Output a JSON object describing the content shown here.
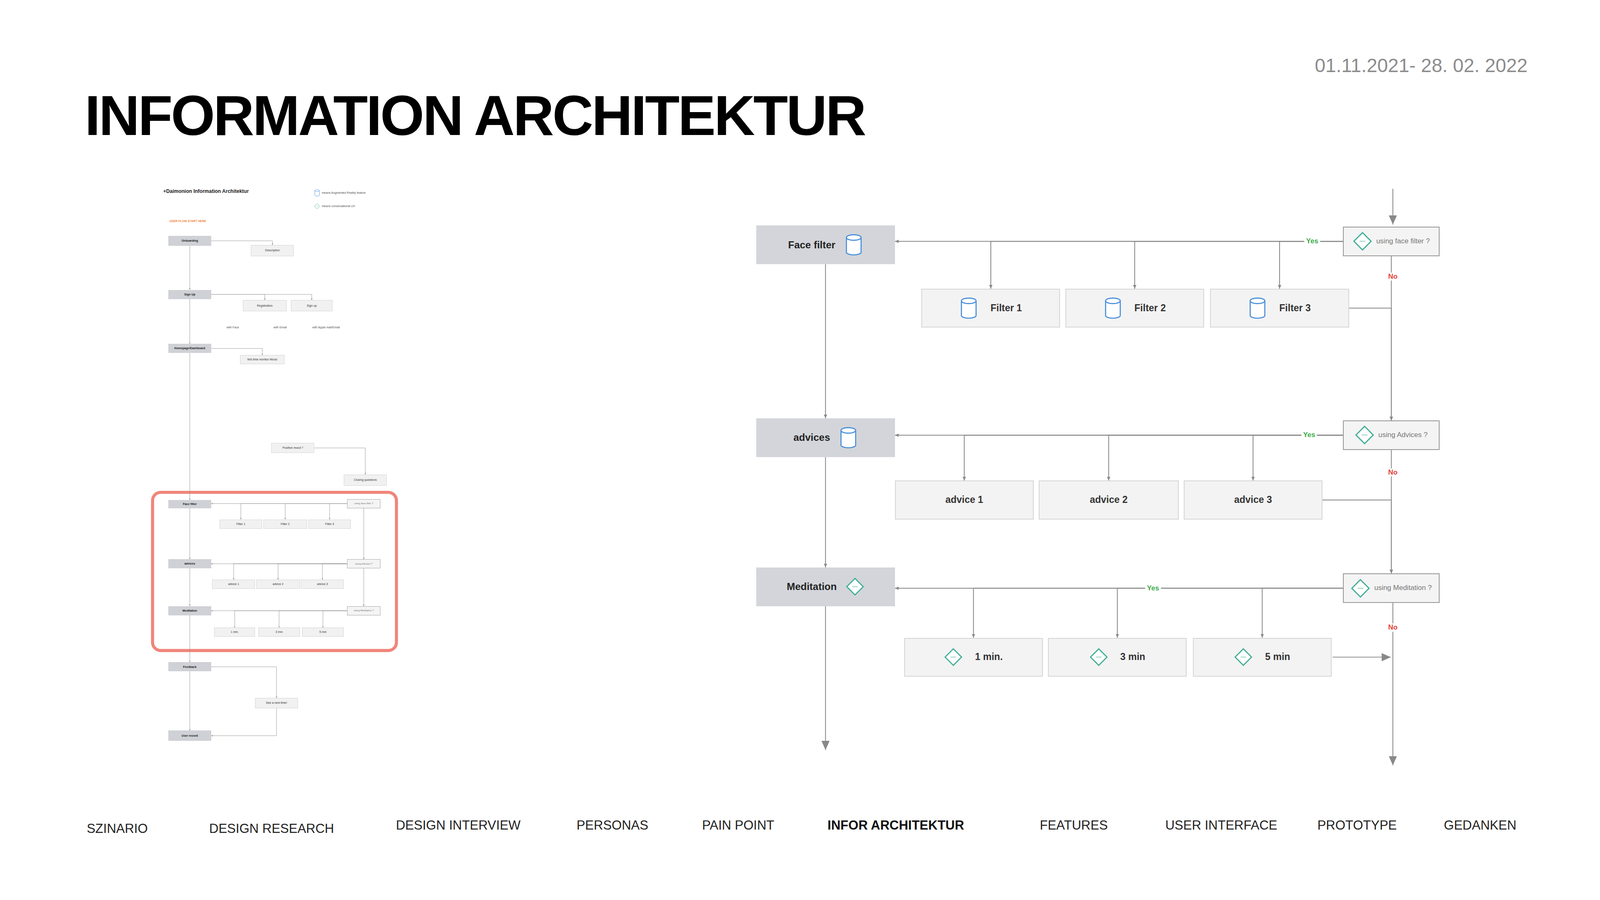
{
  "diagram": {
    "title": "INFORMATION ARCHITEKTUR",
    "nodes": [
      {
        "text": [
          "Onboarding"
        ]
      },
      {
        "text": [
          "Description"
        ]
      },
      {
        "text": [
          "Sign Up"
        ]
      },
      {
        "text": [
          "Registration"
        ]
      },
      {
        "text": [
          "Sign up"
        ]
      },
      {
        "text": [
          "Homepage/Dashboard"
        ]
      },
      {
        "text": [
          "first time monitor Mood"
        ]
      },
      {
        "text": [
          "Positive mood ?"
        ]
      },
      {
        "text": [
          "Closing questions"
        ]
      },
      {
        "text": [
          "Face filter"
        ]
      },
      {
        "text": [
          "Filter 1"
        ]
      },
      {
        "text": [
          "Filter 2"
        ]
      },
      {
        "text": [
          "Filter 3"
        ]
      },
      {
        "text": [
          "using face filter ?"
        ]
      },
      {
        "text": [
          "advices"
        ]
      },
      {
        "text": [
          "advice 1"
        ]
      },
      {
        "text": [
          "advice 2"
        ]
      },
      {
        "text": [
          "advice 3"
        ]
      },
      {
        "text": [
          "using Advices ?"
        ]
      },
      {
        "text": [
          "Meditation"
        ]
      },
      {
        "text": [
          "1 min."
        ]
      },
      {
        "text": [
          "3 min"
        ]
      },
      {
        "text": [
          "5 min"
        ]
      },
      {
        "text": [
          "using Meditation ?"
        ]
      },
      {
        "text": [
          "Feedback"
        ]
      },
      {
        "text": [
          "See a next time!"
        ]
      },
      {
        "text": [
          "User record"
        ]
      },
      {
        "text": [
          "using face filter ?"
        ]
      },
      {
        "text": [
          "Face filter"
        ]
      },
      {
        "text": [
          "Filter 1"
        ]
      },
      {
        "text": [
          "Filter 2"
        ]
      },
      {
        "text": [
          "Filter 3"
        ]
      },
      {
        "text": [
          "advices"
        ]
      },
      {
        "text": [
          "using Advices ?"
        ]
      },
      {
        "text": [
          "advice 1"
        ]
      },
      {
        "text": [
          "advice 2"
        ]
      },
      {
        "text": [
          "advice 3"
        ]
      },
      {
        "text": [
          "Meditation"
        ]
      },
      {
        "text": [
          "using Meditation ?"
        ]
      },
      {
        "text": [
          "1 min."
        ]
      },
      {
        "text": [
          "3 min"
        ]
      },
      {
        "text": [
          "5 min"
        ]
      }
    ],
    "edges": [
      {
        "from": 0,
        "to": 2,
        "arrow": "to"
      },
      {
        "from": 0,
        "to": 1,
        "arrow": "to"
      },
      {
        "from": 2,
        "to": 3,
        "arrow": "to"
      },
      {
        "from": 2,
        "to": 4,
        "arrow": "to"
      },
      {
        "from": 2,
        "to": 5,
        "arrow": "to"
      },
      {
        "from": 5,
        "to": 6,
        "arrow": "to"
      },
      {
        "from": 5,
        "to": 9,
        "arrow": "to"
      },
      {
        "from": 7,
        "to": 8,
        "arrow": "to"
      },
      {
        "from": 13,
        "to": 9,
        "arrow": "to"
      },
      {
        "from": 13,
        "to": 10,
        "arrow": "to"
      },
      {
        "from": 13,
        "to": 11,
        "arrow": "to"
      },
      {
        "from": 13,
        "to": 12,
        "arrow": "to"
      },
      {
        "from": 13,
        "to": 18,
        "arrow": "to"
      },
      {
        "from": 9,
        "to": 14,
        "arrow": "to"
      },
      {
        "from": 18,
        "to": 14,
        "arrow": "to"
      },
      {
        "from": 18,
        "to": 15,
        "arrow": "to"
      },
      {
        "from": 18,
        "to": 16,
        "arrow": "to"
      },
      {
        "from": 18,
        "to": 17,
        "arrow": "to"
      },
      {
        "from": 18,
        "to": 23,
        "arrow": "to"
      },
      {
        "from": 14,
        "to": 19,
        "arrow": "to"
      },
      {
        "from": 23,
        "to": 19,
        "arrow": "to"
      },
      {
        "from": 23,
        "to": 20,
        "arrow": "to"
      },
      {
        "from": 23,
        "to": 21,
        "arrow": "to"
      },
      {
        "from": 23,
        "to": 22,
        "arrow": "to"
      },
      {
        "from": 19,
        "to": 24,
        "arrow": "to"
      },
      {
        "from": 24,
        "to": 25,
        "arrow": "to"
      },
      {
        "from": 25,
        "to": 26,
        "arrow": "to"
      },
      {
        "from": 24,
        "to": 26,
        "arrow": "to"
      },
      {
        "from": 27,
        "to": 28,
        "label": "Yes",
        "arrow": "to"
      },
      {
        "from": 27,
        "to": 29,
        "arrow": "to"
      },
      {
        "from": 27,
        "to": 30,
        "arrow": "to"
      },
      {
        "from": 27,
        "to": 31,
        "arrow": "to"
      },
      {
        "from": 27,
        "to": 33,
        "label": "No",
        "arrow": "to"
      },
      {
        "from": 31,
        "to": 33,
        "arrow": "to"
      },
      {
        "from": 28,
        "to": 32,
        "arrow": "to"
      },
      {
        "from": 33,
        "to": 32,
        "label": "Yes",
        "arrow": "to"
      },
      {
        "from": 33,
        "to": 34,
        "arrow": "to"
      },
      {
        "from": 33,
        "to": 35,
        "arrow": "to"
      },
      {
        "from": 33,
        "to": 36,
        "arrow": "to"
      },
      {
        "from": 33,
        "to": 38,
        "label": "No",
        "arrow": "to"
      },
      {
        "from": 36,
        "to": 38,
        "arrow": "to"
      },
      {
        "from": 32,
        "to": 37,
        "arrow": "to"
      },
      {
        "from": 38,
        "to": 37,
        "label": "Yes",
        "arrow": "to"
      },
      {
        "from": 38,
        "to": 39,
        "arrow": "to"
      },
      {
        "from": 38,
        "to": 40,
        "arrow": "to"
      },
      {
        "from": 38,
        "to": 41,
        "arrow": "to"
      }
    ],
    "labels": [
      "01.11.2021- 28. 02. 2022",
      "SZINARIO",
      "DESIGN RESEARCH",
      "DESIGN INTERVIEW",
      "PERSONAS",
      "PAIN POINT",
      "INFOR ARCHITEKTUR",
      "FEATURES",
      "USER INTERFACE",
      "PROTOTYPE",
      "GEDANKEN",
      "+Daimonion Information Architektur",
      "USER FLOW START HERE",
      "with Face",
      "with Email",
      "with Apple mail/Email",
      "No"
    ],
    "legend": [
      {
        "text": "means Augmented Reality feature"
      },
      {
        "text": "means conversational UX"
      }
    ]
  }
}
